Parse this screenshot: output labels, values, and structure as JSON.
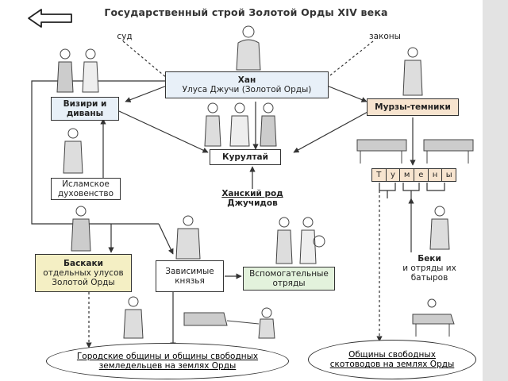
{
  "title": "Государственный строй Золотой Орды XIV века",
  "nav": {
    "back_icon": "back-arrow-icon"
  },
  "labels": {
    "court": "суд",
    "laws": "законы",
    "khan_clan_1": "Ханский род",
    "khan_clan_2": "Джучидов"
  },
  "nodes": {
    "khan": {
      "line1": "Хан",
      "line2": "Улуса Джучи (Золотой Орды)"
    },
    "viziers": {
      "line1": "Визири и",
      "line2": "диваны"
    },
    "kurultai": {
      "line1": "Курултай"
    },
    "murzy": {
      "line1": "Мурзы-темники"
    },
    "clergy": {
      "line1": "Исламское",
      "line2": "духовенство"
    },
    "tumens": {
      "letters": [
        "Т",
        "у",
        "м",
        "е",
        "н",
        "ы"
      ]
    },
    "baskaki": {
      "line1": "Баскаки",
      "line2": "отдельных улусов",
      "line3": "Золотой Орды"
    },
    "princes": {
      "line1": "Зависимые",
      "line2": "князья"
    },
    "aux": {
      "line1": "Вспомогательные",
      "line2": "отряды"
    },
    "beki": {
      "line1": "Беки",
      "line2": "и отряды их",
      "line3": "батыров"
    },
    "city": {
      "line1": "Городские общины и общины свободных",
      "line2": "земледельцев на землях Орды"
    },
    "nomads": {
      "line1": "Общины свободных",
      "line2": "скотоводов на землях Орды"
    }
  },
  "colors": {
    "blue": "#e8f0f8",
    "peach": "#f7e4cf",
    "khaki": "#f4efc4",
    "green": "#e3f2dc",
    "line": "#333333"
  }
}
